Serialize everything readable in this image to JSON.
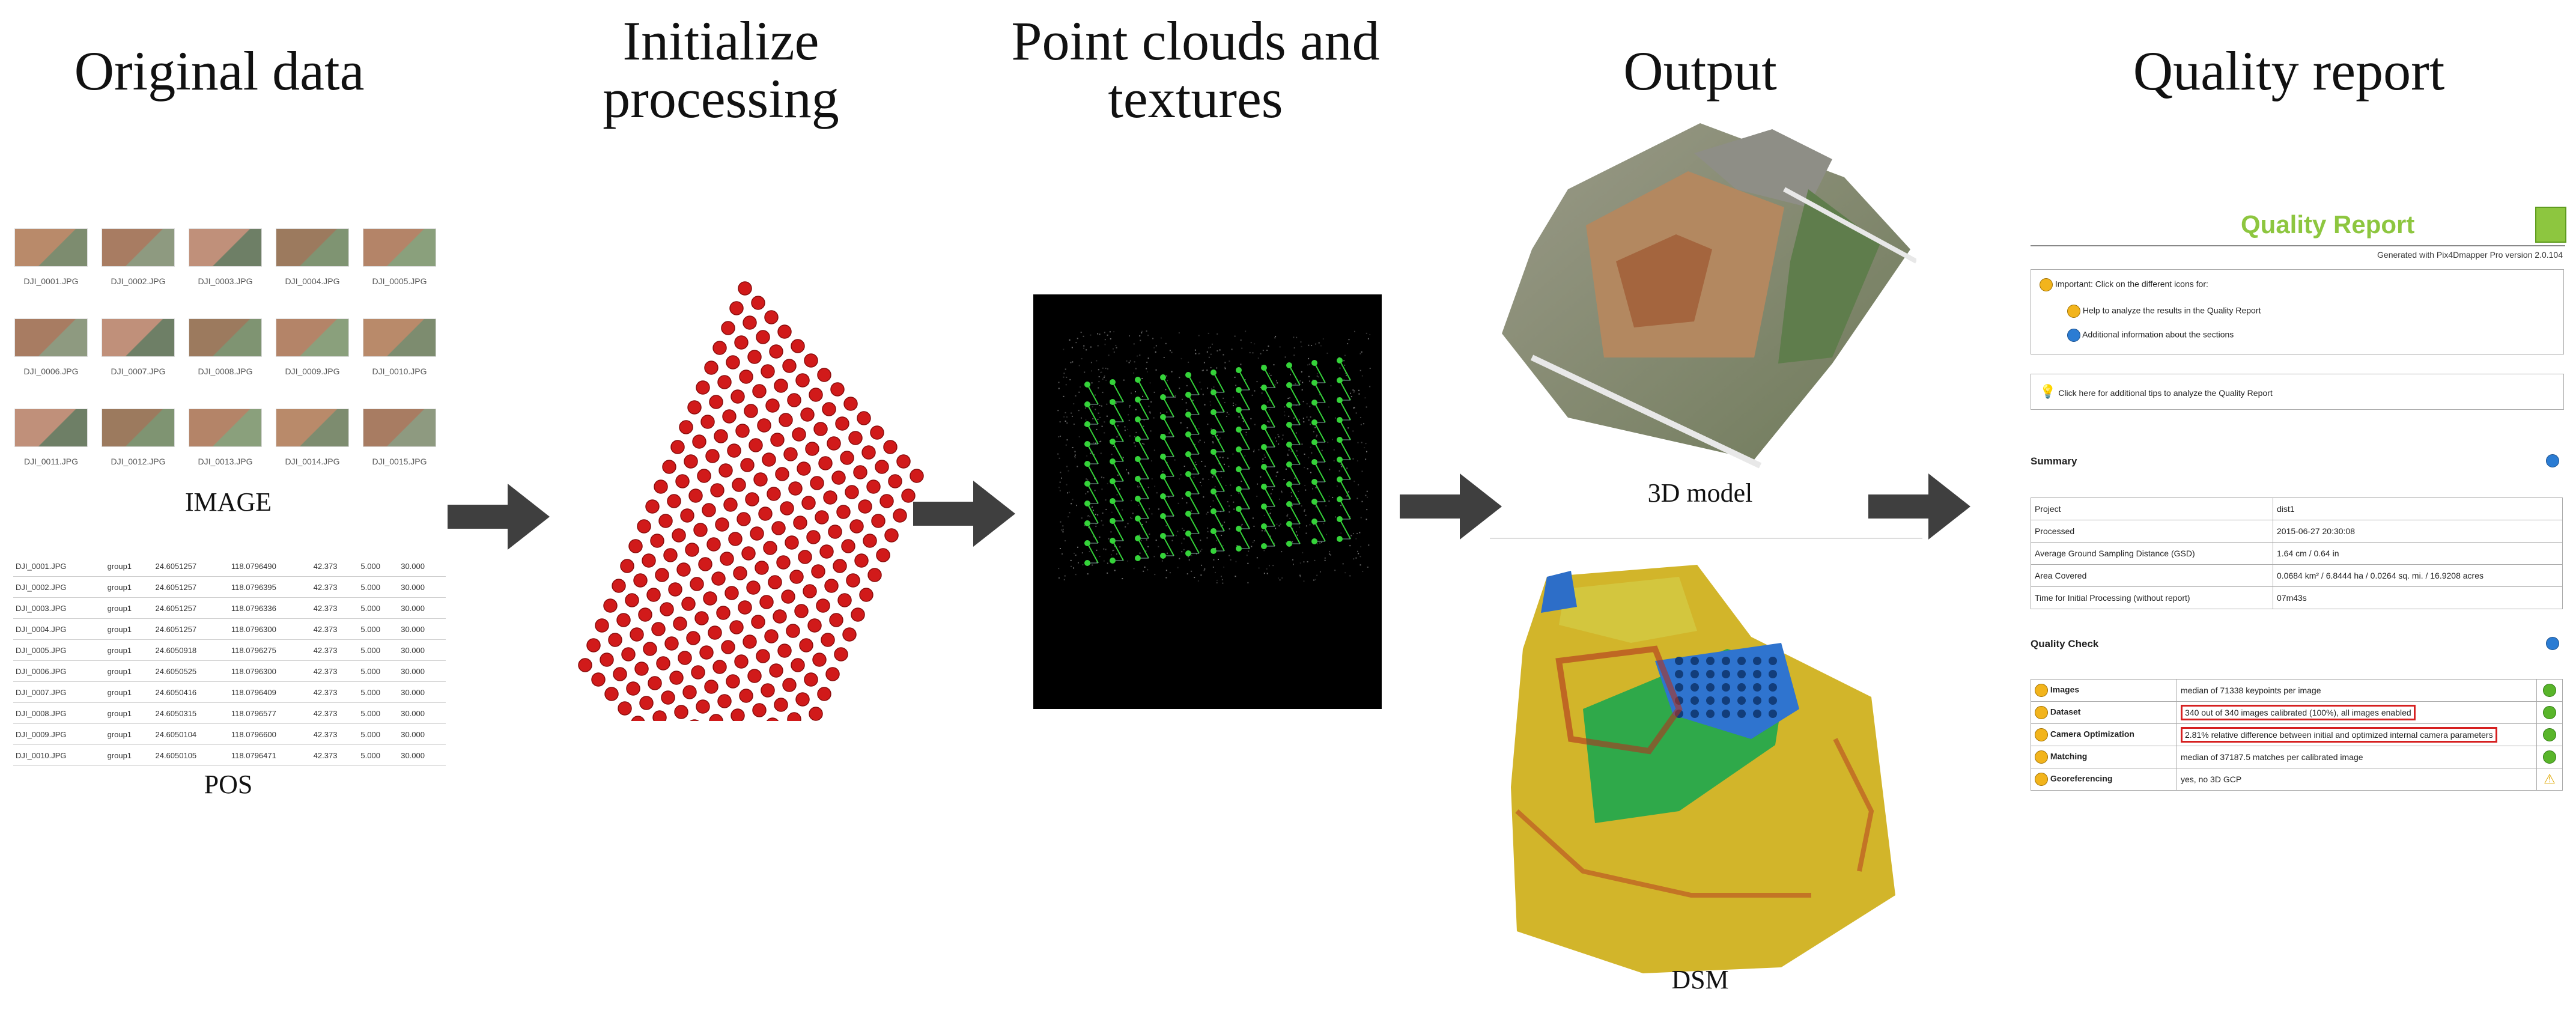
{
  "stages": {
    "original": {
      "title": "Original data",
      "image_caption": "IMAGE",
      "pos_caption": "POS"
    },
    "initialize": {
      "title_line1": "Initialize",
      "title_line2": "processing"
    },
    "pointclouds": {
      "title_line1": "Point clouds and",
      "title_line2": "textures"
    },
    "output": {
      "title": "Output",
      "model_caption": "3D model",
      "dsm_caption": "DSM"
    },
    "quality": {
      "title": "Quality report"
    }
  },
  "thumbnails": [
    "DJI_0001.JPG",
    "DJI_0002.JPG",
    "DJI_0003.JPG",
    "DJI_0004.JPG",
    "DJI_0005.JPG",
    "DJI_0006.JPG",
    "DJI_0007.JPG",
    "DJI_0008.JPG",
    "DJI_0009.JPG",
    "DJI_0010.JPG",
    "DJI_0011.JPG",
    "DJI_0012.JPG",
    "DJI_0013.JPG",
    "DJI_0014.JPG",
    "DJI_0015.JPG"
  ],
  "pos_rows": [
    [
      "DJI_0001.JPG",
      "group1",
      "24.6051257",
      "118.0796490",
      "42.373",
      "5.000",
      "30.000"
    ],
    [
      "DJI_0002.JPG",
      "group1",
      "24.6051257",
      "118.0796395",
      "42.373",
      "5.000",
      "30.000"
    ],
    [
      "DJI_0003.JPG",
      "group1",
      "24.6051257",
      "118.0796336",
      "42.373",
      "5.000",
      "30.000"
    ],
    [
      "DJI_0004.JPG",
      "group1",
      "24.6051257",
      "118.0796300",
      "42.373",
      "5.000",
      "30.000"
    ],
    [
      "DJI_0005.JPG",
      "group1",
      "24.6050918",
      "118.0796275",
      "42.373",
      "5.000",
      "30.000"
    ],
    [
      "DJI_0006.JPG",
      "group1",
      "24.6050525",
      "118.0796300",
      "42.373",
      "5.000",
      "30.000"
    ],
    [
      "DJI_0007.JPG",
      "group1",
      "24.6050416",
      "118.0796409",
      "42.373",
      "5.000",
      "30.000"
    ],
    [
      "DJI_0008.JPG",
      "group1",
      "24.6050315",
      "118.0796577",
      "42.373",
      "5.000",
      "30.000"
    ],
    [
      "DJI_0009.JPG",
      "group1",
      "24.6050104",
      "118.0796600",
      "42.373",
      "5.000",
      "30.000"
    ],
    [
      "DJI_0010.JPG",
      "group1",
      "24.6050105",
      "118.0796471",
      "42.373",
      "5.000",
      "30.000"
    ]
  ],
  "quality_report": {
    "title": "Quality Report",
    "generated": "Generated with Pix4Dmapper Pro version 2.0.104",
    "important": "Important: Click on the different icons for:",
    "help": "Help to analyze the results in the Quality Report",
    "additional": "Additional information about the sections",
    "click_here": "Click here for additional tips to analyze the Quality Report",
    "summary_heading": "Summary",
    "summary_rows": [
      [
        "Project",
        "dist1"
      ],
      [
        "Processed",
        "2015-06-27 20:30:08"
      ],
      [
        "Average Ground Sampling Distance (GSD)",
        "1.64 cm / 0.64 in"
      ],
      [
        "Area Covered",
        "0.0684 km² / 6.8444 ha / 0.0264 sq. mi. / 16.9208 acres"
      ],
      [
        "Time for Initial Processing (without report)",
        "07m43s"
      ]
    ],
    "check_heading": "Quality Check",
    "check_rows": [
      [
        "Images",
        "median of 71338 keypoints per image"
      ],
      [
        "Dataset",
        "340 out of 340 images calibrated (100%), all images enabled"
      ],
      [
        "Camera Optimization",
        "2.81% relative difference between initial and optimized internal camera parameters"
      ],
      [
        "Matching",
        "median of 37187.5 matches per calibrated image"
      ],
      [
        "Georeferencing",
        "yes, no 3D GCP"
      ]
    ]
  },
  "colors": {
    "waypoint": "#d11a1a",
    "cloud_green": "#35d33a",
    "qr_green": "#8dc63f",
    "dsm_yellow": "#d9c21a",
    "dsm_blue": "#1f6fd0"
  }
}
